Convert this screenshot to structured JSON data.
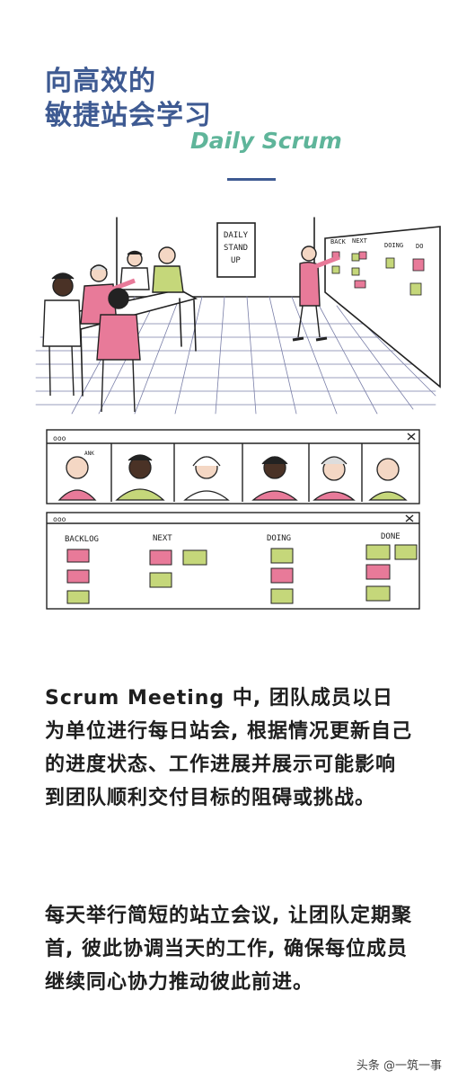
{
  "header": {
    "title_line1": "向高效的",
    "title_line2": "敏捷站会学习",
    "subtitle": "Daily Scrum"
  },
  "office_scene": {
    "sign_lines": [
      "DAILY",
      "STAND",
      "UP"
    ],
    "board_columns": [
      "BACK",
      "NEXT",
      "DOING",
      "DO"
    ]
  },
  "video_window": {
    "window_controls": "ooo",
    "participant_name": "ANK"
  },
  "kanban_window": {
    "window_controls": "ooo",
    "columns": [
      "BACKLOG",
      "NEXT",
      "DOING",
      "DONE"
    ]
  },
  "body": {
    "paragraph1": "Scrum Meeting 中, 团队成员以日为单位进行每日站会, 根据情况更新自己的进度状态、工作进展并展示可能影响到团队顺利交付目标的阻碍或挑战。",
    "paragraph2": "每天举行简短的站立会议, 让团队定期聚首, 彼此协调当天的工作, 确保每位成员继续同心协力推动彼此前进。"
  },
  "watermark": "头条 @一筑一事",
  "colors": {
    "title": "#3e5a92",
    "subtitle": "#5fb59a",
    "pink": "#e87a99",
    "green": "#c5d77a",
    "skin_dark": "#4a3226",
    "skin_light": "#f4d7c4"
  }
}
